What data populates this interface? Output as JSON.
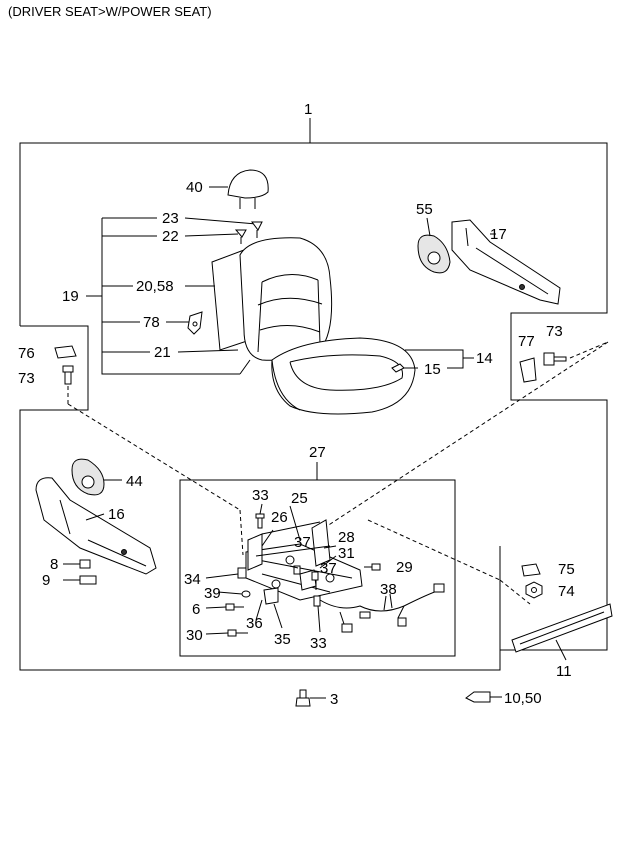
{
  "header": {
    "title": "(DRIVER SEAT>W/POWER SEAT)"
  },
  "callouts": {
    "c1": "1",
    "c40": "40",
    "c23": "23",
    "c22": "22",
    "c19": "19",
    "c20_58": "20,58",
    "c78": "78",
    "c21": "21",
    "c55": "55",
    "c17": "17",
    "c14": "14",
    "c15": "15",
    "c76": "76",
    "c73a": "73",
    "c77": "77",
    "c73b": "73",
    "c44": "44",
    "c16": "16",
    "c8": "8",
    "c9": "9",
    "c27": "27",
    "c33a": "33",
    "c25": "25",
    "c26": "26",
    "c28": "28",
    "c31": "31",
    "c29": "29",
    "c37a": "37",
    "c37b": "37",
    "c34": "34",
    "c38": "38",
    "c39": "39",
    "c6": "6",
    "c36": "36",
    "c35": "35",
    "c33b": "33",
    "c30": "30",
    "c75": "75",
    "c74": "74",
    "c11": "11",
    "c3": "3",
    "c10_50": "10,50"
  }
}
